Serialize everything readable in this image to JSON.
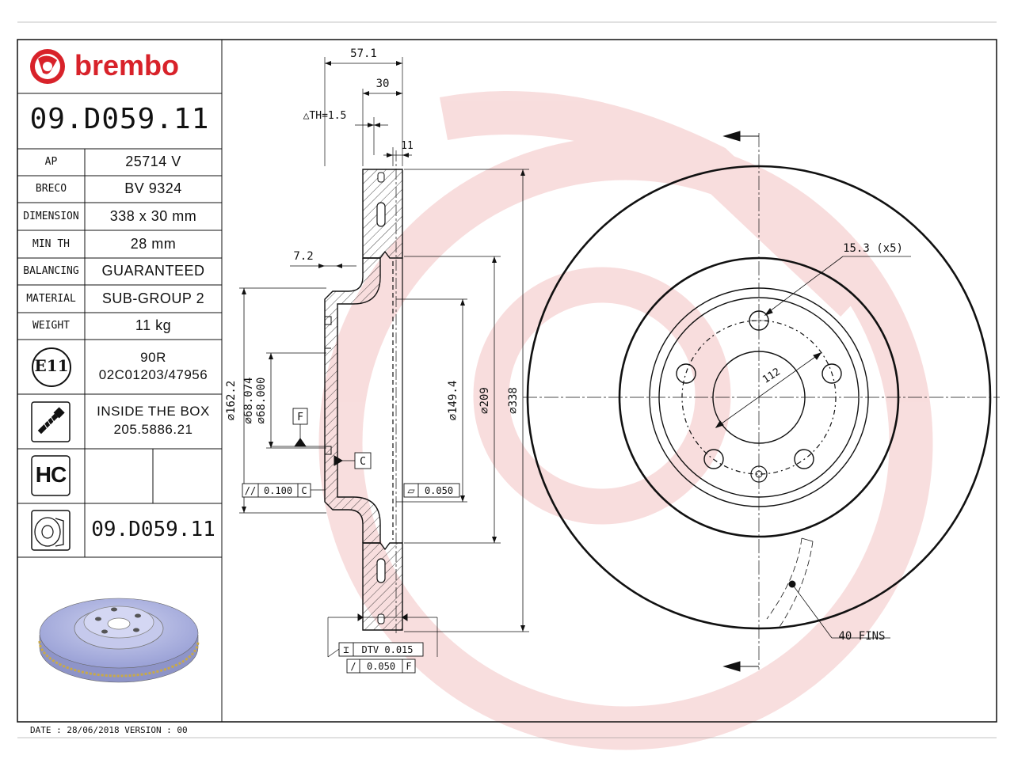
{
  "brand": {
    "name": "brembo",
    "color": "#d8222a"
  },
  "part_number": "09.D059.11",
  "spec_rows": [
    {
      "label": "AP",
      "value": "25714 V"
    },
    {
      "label": "BRECO",
      "value": "BV 9324"
    },
    {
      "label": "DIMENSION",
      "value": "338 x 30 mm"
    },
    {
      "label": "MIN TH",
      "value": "28 mm"
    },
    {
      "label": "BALANCING",
      "value": "GUARANTEED"
    },
    {
      "label": "MATERIAL",
      "value": "SUB-GROUP 2"
    },
    {
      "label": "WEIGHT",
      "value": "11 kg"
    }
  ],
  "homologation": {
    "mark": "E11",
    "regulation": "90R",
    "number": "02C01203/47956"
  },
  "inside_box": {
    "title": "INSIDE THE BOX",
    "number": "205.5886.21",
    "icon": "screw-icon"
  },
  "hc": {
    "mark": "HC"
  },
  "disc_part": {
    "number": "09.D059.11",
    "icon": "disc-profile-icon"
  },
  "footer": "DATE : 28/06/2018 VERSION : 00",
  "dimensions": {
    "d_57_1": "57.1",
    "d_30": "30",
    "d_th": "△TH=1.5",
    "d_11": "11",
    "d_7_2": "7.2",
    "d_162_2": "⌀162.2",
    "d_68_074": "⌀68.074",
    "d_68_000": "⌀68.000",
    "d_149_4": "⌀149.4",
    "d_209": "⌀209",
    "d_338": "⌀338",
    "datum_f": "F",
    "datum_c": "C",
    "tol_parallel": "0.100",
    "tol_parallel_ref": "C",
    "tol_flat": "0.050",
    "dtv": "DTV 0.015",
    "runout": "0.050",
    "runout_ref": "F",
    "bolt_holes": "15.3 (x5)",
    "pcd": "112",
    "fins": "40 FINS"
  },
  "colors": {
    "watermark": "#f3c3c3",
    "line": "#111111",
    "render_disc": "#b8bde6"
  }
}
